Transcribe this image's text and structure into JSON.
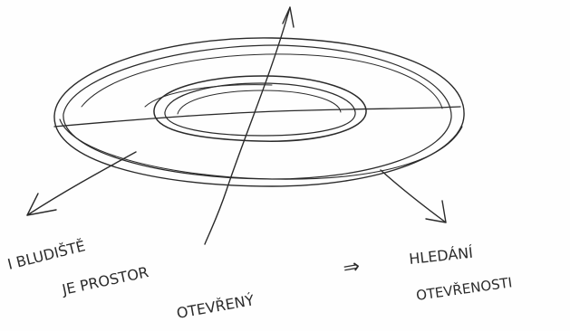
{
  "notes": {
    "line1": "I  BLUDIŠTĚ",
    "line2": "JE  PROSTOR",
    "line3": "OTEVŘENÝ",
    "arrow": "⇒",
    "right1": "HLEDÁNÍ",
    "right2": "OTEVŘENOSTI"
  },
  "colors": {
    "ink": "#2a2a2a",
    "paper": "#fefefe"
  }
}
